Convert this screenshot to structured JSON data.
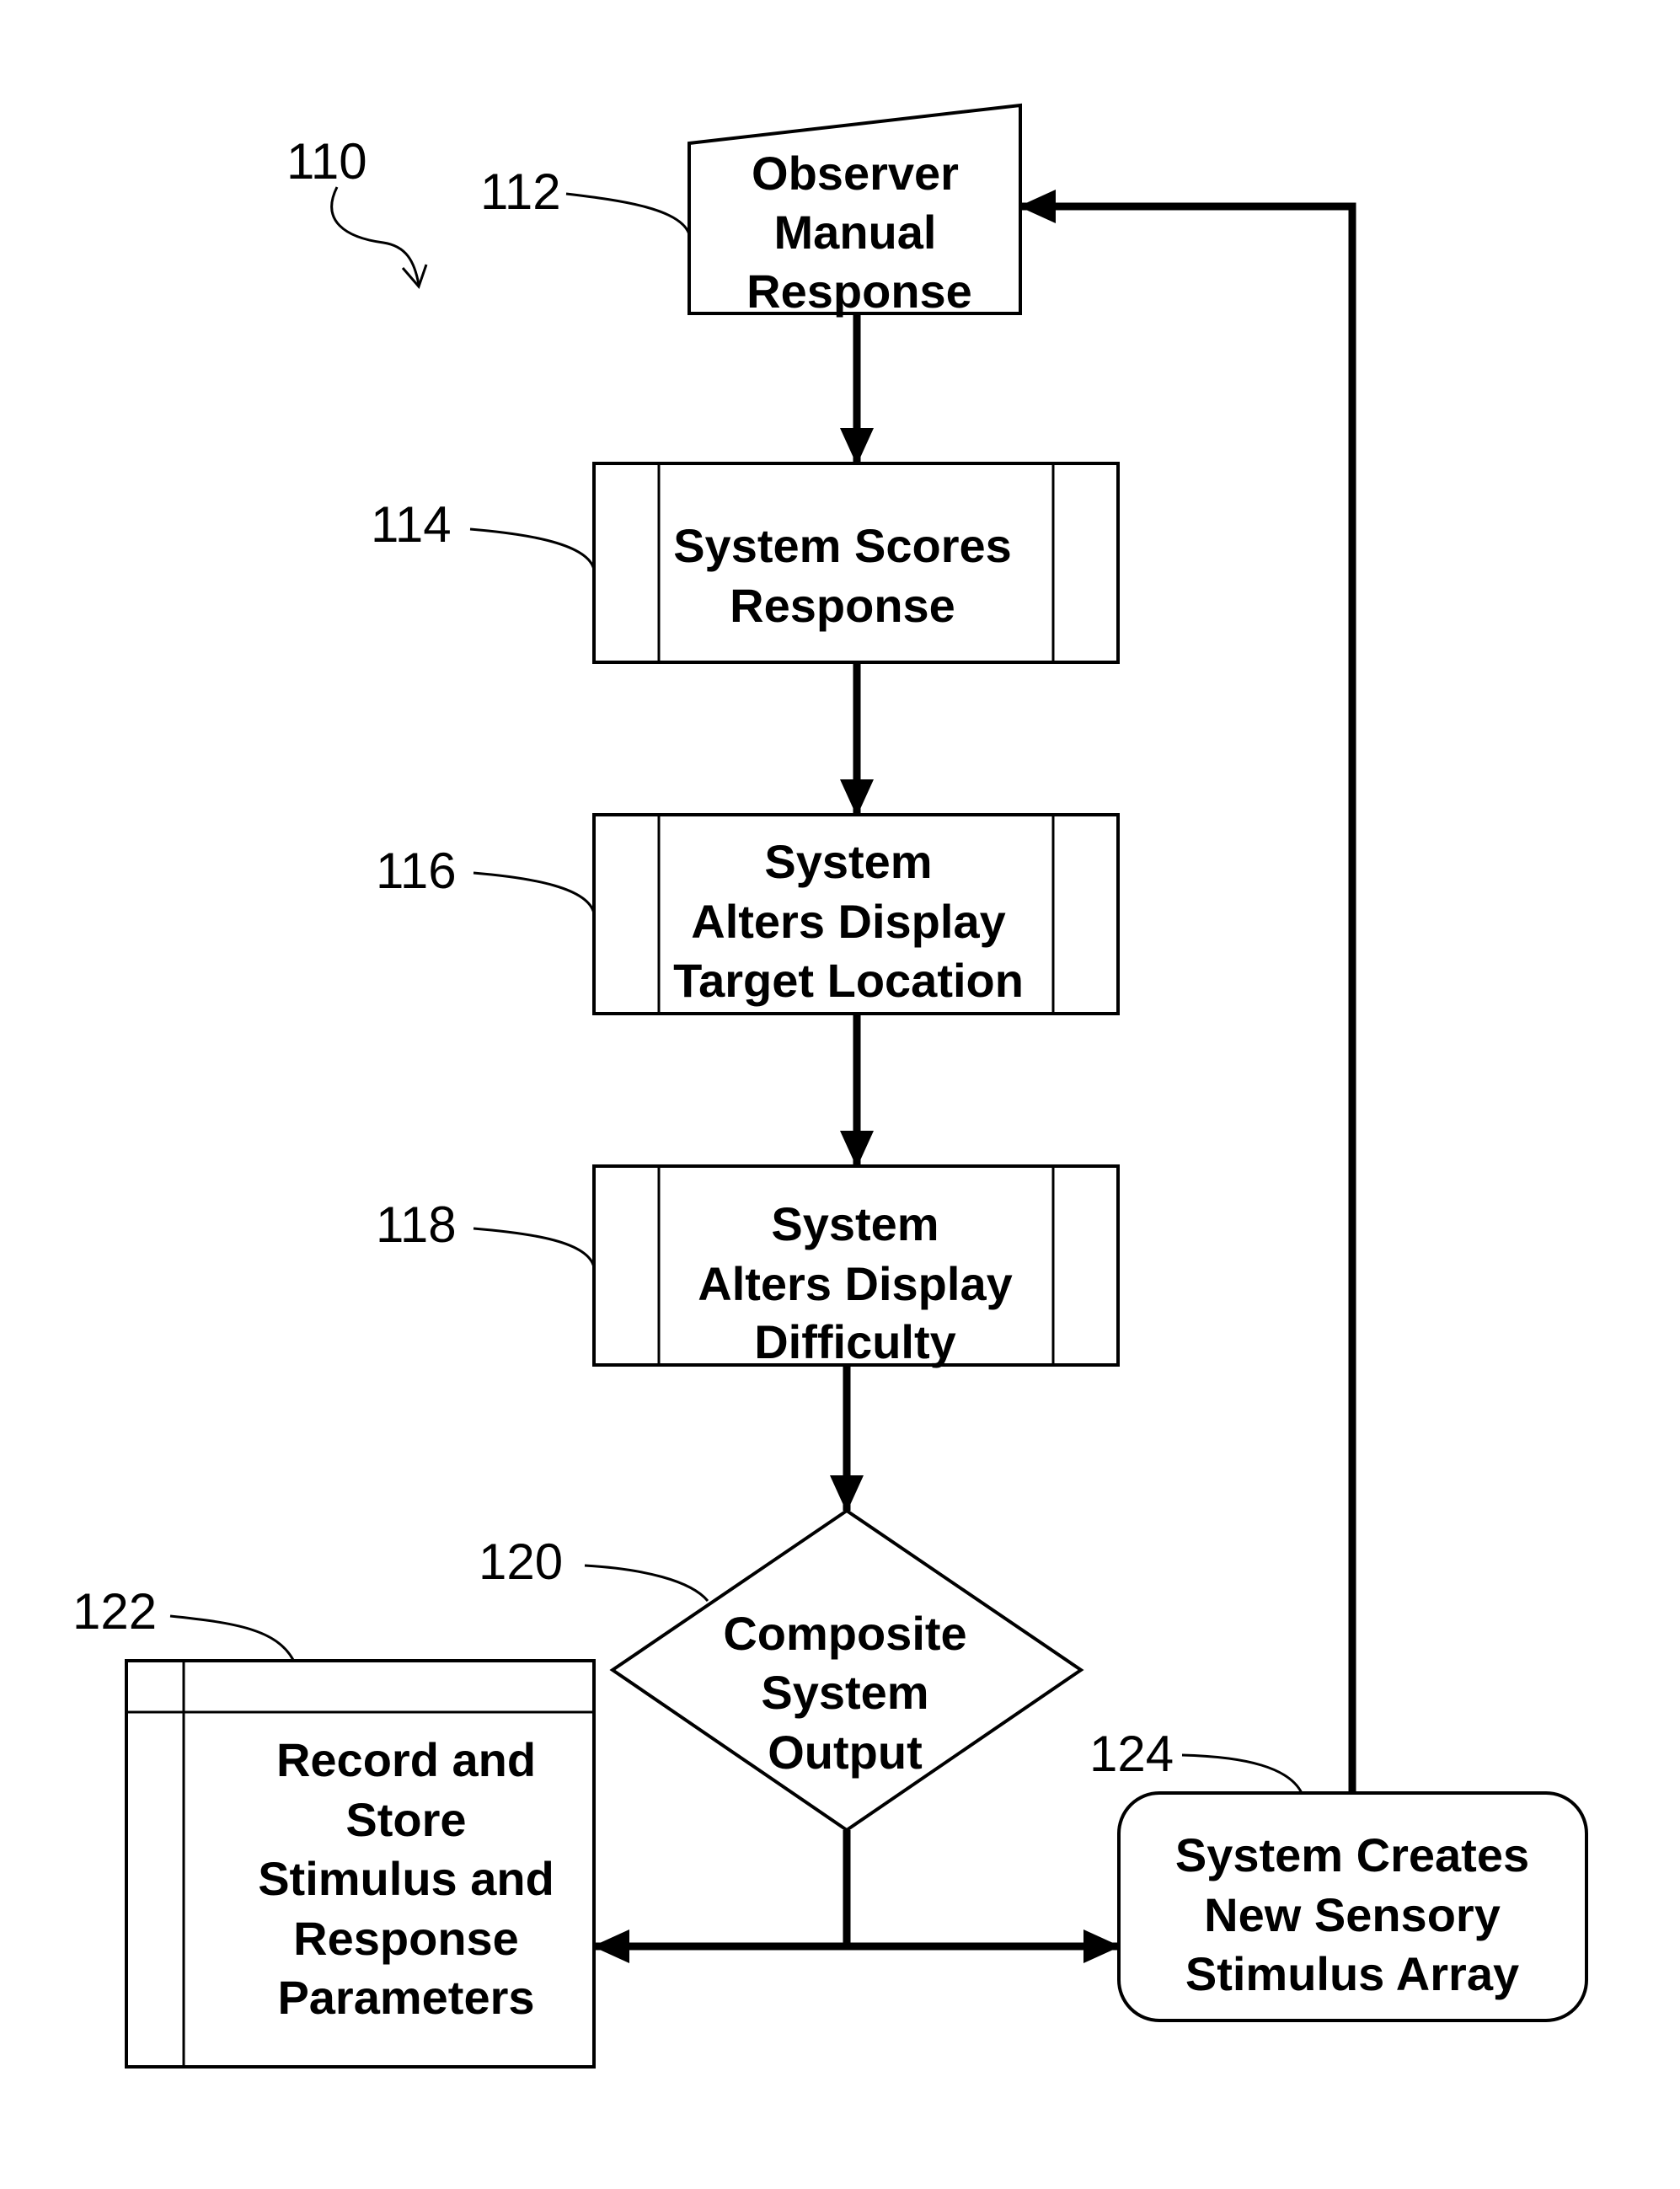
{
  "diagram": {
    "figure_ref": "110",
    "nodes": {
      "observer": {
        "ref": "112",
        "lines": [
          "Observer",
          "Manual",
          "Response"
        ]
      },
      "scores": {
        "ref": "114",
        "lines": [
          "System Scores",
          "Response"
        ]
      },
      "location": {
        "ref": "116",
        "lines": [
          "System",
          "Alters Display",
          "Target Location"
        ]
      },
      "difficulty": {
        "ref": "118",
        "lines": [
          "System",
          "Alters Display",
          "Difficulty"
        ]
      },
      "composite": {
        "ref": "120",
        "lines": [
          "Composite",
          "System",
          "Output"
        ]
      },
      "record": {
        "ref": "122",
        "lines": [
          "Record and",
          "Store",
          "Stimulus and",
          "Response",
          "Parameters"
        ]
      },
      "creates": {
        "ref": "124",
        "lines": [
          "System Creates",
          "New Sensory",
          "Stimulus Array"
        ]
      }
    },
    "edges": [
      {
        "from": "observer",
        "to": "scores"
      },
      {
        "from": "scores",
        "to": "location"
      },
      {
        "from": "location",
        "to": "difficulty"
      },
      {
        "from": "difficulty",
        "to": "composite"
      },
      {
        "from": "composite",
        "to": "record"
      },
      {
        "from": "composite",
        "to": "creates"
      },
      {
        "from": "creates",
        "to": "observer"
      }
    ]
  }
}
